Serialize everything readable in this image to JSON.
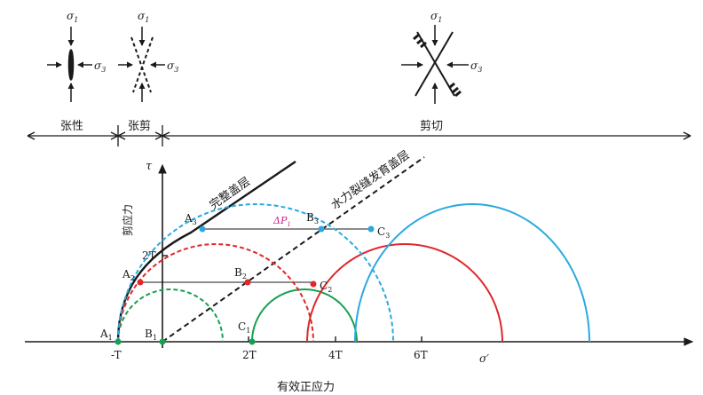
{
  "colors": {
    "ink": "#1a1a1a",
    "green": "#18a050",
    "red": "#e0272a",
    "blue": "#2aa9e0",
    "magenta": "#d0208c"
  },
  "regime_labels": {
    "tensile": "张性",
    "tensile_shear": "张剪",
    "shear": "剪切"
  },
  "stress_symbols": {
    "sigma1": "σ",
    "sigma1_sub": "1",
    "sigma3": "σ",
    "sigma3_sub": "3"
  },
  "axes": {
    "y_symbol": "τ",
    "y_label": "剪应力",
    "x_symbol": "σ′",
    "x_label": "有效正应力"
  },
  "ticks": {
    "neg_t": "-T",
    "two_t": "2T",
    "four_t": "4T",
    "six_t": "6T",
    "y_two_t": "2T"
  },
  "envelope_labels": {
    "intact": "完整盖层",
    "fractured": "水力裂缝发育盖层"
  },
  "points": {
    "A1": {
      "letter": "A",
      "sub": "1"
    },
    "B1": {
      "letter": "B",
      "sub": "1"
    },
    "C1": {
      "letter": "C",
      "sub": "1"
    },
    "A2": {
      "letter": "A",
      "sub": "2"
    },
    "B2": {
      "letter": "B",
      "sub": "2"
    },
    "C2": {
      "letter": "C",
      "sub": "2"
    },
    "A3": {
      "letter": "A",
      "sub": "3"
    },
    "B3": {
      "letter": "B",
      "sub": "3"
    },
    "C3": {
      "letter": "C",
      "sub": "3"
    }
  },
  "delta_p": {
    "symbol": "ΔP",
    "sub": "1"
  }
}
